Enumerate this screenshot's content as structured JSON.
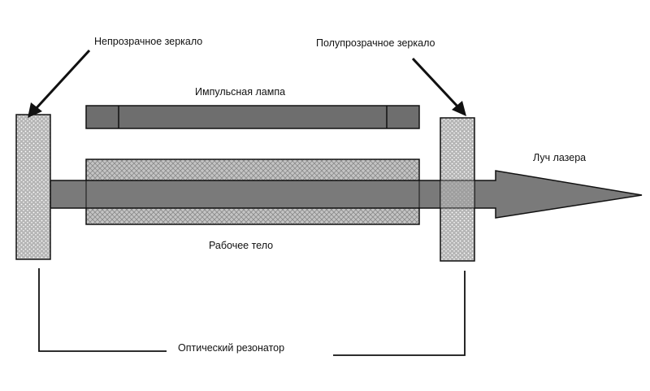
{
  "labels": {
    "opaque_mirror": "Непрозрачное зеркало",
    "semi_mirror": "Полупрозрачное зеркало",
    "pulse_lamp": "Импульсная лампа",
    "laser_beam": "Луч лазера",
    "active_medium": "Рабочее тело",
    "resonator": "Оптический резонатор"
  },
  "colors": {
    "stroke": "#111111",
    "lamp_fill": "#6e6e6e",
    "beam_fill": "#7a7a7a",
    "mirror_fill": "#b8b8b8",
    "medium_fill": "#c8c8c8"
  }
}
